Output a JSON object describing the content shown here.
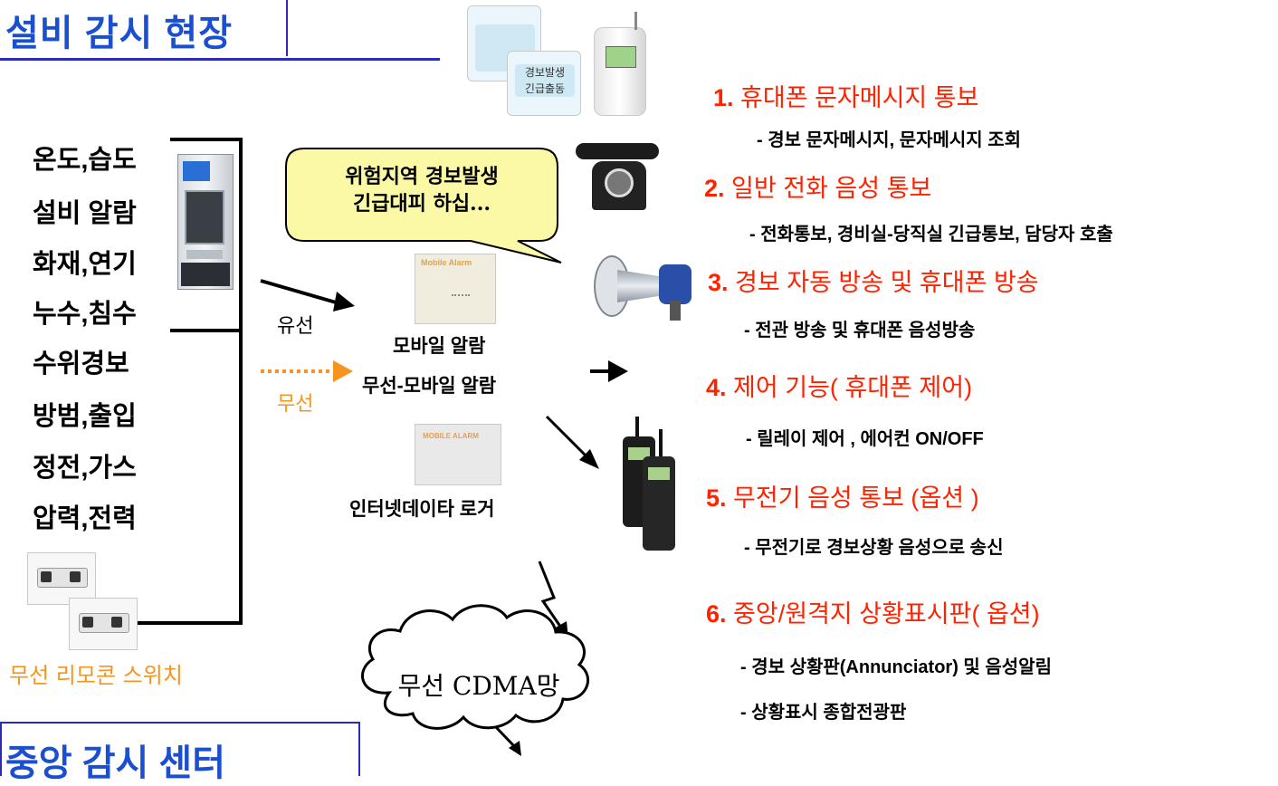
{
  "header": {
    "title": "설비 감시 현장",
    "bottom_title": "중앙 감시 센터"
  },
  "sensors": [
    "온도,습도",
    "설비 알람",
    "화재,연기",
    "누수,침수",
    "수위경보",
    "방범,출입",
    "정전,가스",
    "압력,전력"
  ],
  "remote_switch_label": "무선 리모콘 스위치",
  "links": {
    "wired": "유선",
    "wireless": "무선"
  },
  "devices": {
    "mobile_alarm": "모바일 알람",
    "wireless_mobile_alarm": "무선-모바일 알람",
    "internet_logger": "인터넷데이타 로거",
    "mobile_alarm_panel_text": "Mobile Alarm",
    "logger_panel_text": "MOBILE ALARM"
  },
  "callout": {
    "line1": "위험지역 경보발생",
    "line2": "긴급대피 하십..."
  },
  "sms_screen": {
    "line1": "경보발생",
    "line2": "긴급출동"
  },
  "network": "무선 CDMA망",
  "features": [
    {
      "num": "1.",
      "title": "휴대폰 문자메시지  통보",
      "subs": [
        "- 경보 문자메시지, 문자메시지 조회"
      ]
    },
    {
      "num": "2.",
      "title": "일반 전화 음성 통보",
      "subs": [
        "- 전화통보, 경비실-당직실 긴급통보, 담당자 호출"
      ]
    },
    {
      "num": "3.",
      "title": "경보 자동 방송 및 휴대폰 방송",
      "subs": [
        "- 전관 방송 및 휴대폰 음성방송"
      ]
    },
    {
      "num": "4.",
      "title": "제어 기능( 휴대폰 제어)",
      "subs": [
        "- 릴레이 제어 , 에어컨 ON/OFF"
      ]
    },
    {
      "num": "5.",
      "title": "무전기 음성 통보 (옵션 )",
      "subs": [
        "- 무전기로 경보상황 음성으로 송신"
      ]
    },
    {
      "num": "6.",
      "title": "중앙/원격지 상황표시판( 옵션)",
      "subs": [
        "- 경보 상황판(Annunciator) 및 음성알림",
        "- 상황표시 종합전광판"
      ]
    }
  ],
  "colors": {
    "title_blue": "#1a4fd0",
    "feature_red": "#ff2200",
    "wireless_orange": "#f7941d",
    "callout_fill": "#fbf8a6"
  }
}
